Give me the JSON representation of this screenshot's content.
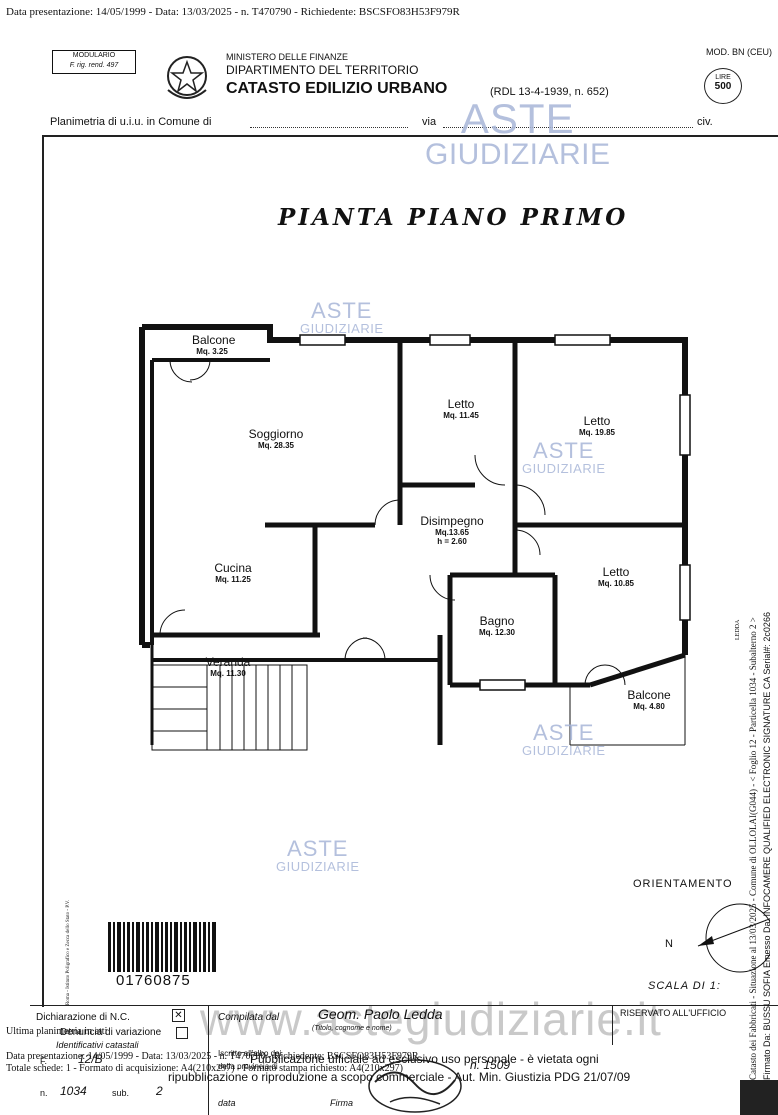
{
  "top_line": "Data presentazione: 14/05/1999 - Data: 13/03/2025 - n. T470790 - Richiedente: BSCSFO83H53F979R",
  "header": {
    "modulario": "MODULARIO",
    "modulario_sub": "F. rig. rend. 497",
    "ministry": "MINISTERO DELLE FINANZE",
    "department": "DIPARTIMENTO DEL TERRITORIO",
    "catasto": "CATASTO EDILIZIO URBANO",
    "rdl": "(RDL 13-4-1939, n. 652)",
    "mod": "MOD. BN (CEU)",
    "lire": "LIRE",
    "lire_value": "500",
    "planimetria": "Planimetria di u.i.u. in Comune di",
    "via": "via",
    "civ": "civ."
  },
  "plan": {
    "title": "PIANTA PIANO PRIMO",
    "rooms": [
      {
        "name": "Balcone",
        "area": "Mq. 3.25"
      },
      {
        "name": "Soggiorno",
        "area": "Mq. 28.35"
      },
      {
        "name": "Letto",
        "area": "Mq. 11.45"
      },
      {
        "name": "Letto",
        "area": "Mq. 19.85"
      },
      {
        "name": "Disimpegno",
        "area": "Mq.13.65",
        "extra": "h = 2.60"
      },
      {
        "name": "Cucina",
        "area": "Mq. 11.25"
      },
      {
        "name": "Letto",
        "area": "Mq. 10.85"
      },
      {
        "name": "Bagno",
        "area": "Mq. 12.30"
      },
      {
        "name": "Veranda",
        "area": "Mq. 11.30"
      },
      {
        "name": "Balcone",
        "area": "Mq. 4.80"
      }
    ],
    "orientamento": "ORIENTAMENTO",
    "north": "N",
    "scala": "SCALA DI 1:",
    "barcode_number": "01760875",
    "left_margin_note": "Roma - Istituto Poligrafico e Zecca dello Stato - P.V."
  },
  "watermark": {
    "aste": "ASTE",
    "giudiziarie": "GIUDIZIARIE",
    "site": "www.astegiudiziarie.it"
  },
  "footer": {
    "dich_nc": "Dichiarazione di N.C.",
    "denuncia": "Denuncia di variazione",
    "compilata": "Compilata dal",
    "compilata_name": "Geom. Paolo Ledda",
    "compilata_sub": "(Titolo, cognome e nome)",
    "riservato": "RISERVATO ALL'UFFICIO",
    "identificativi": "Identificativi catastali",
    "foglio_label": "F.",
    "foglio_value": "12/B",
    "n_label": "n.",
    "n_value": "1034",
    "sub_label": "sub.",
    "sub_value": "2",
    "data_label": "data",
    "firma_label": "Firma",
    "iscritto": "Iscritto all'albo dei",
    "provincia": "della provincia di",
    "provincia_n": "n. 1509",
    "ultima": "Ultima planimetria in atti",
    "bottom1": "Data presentazione: 14/05/1999 - Data: 13/03/2025 - n. T470790 - Richiedente: BSCSFO83H53F979R",
    "bottom2": "Totale schede: 1 - Formato di acquisizione: A4(210x297) - Formato stampa richiesto: A4(210x297)",
    "pub1": "Pubblicazione ufficiale ad esclusivo uso personale - è vietata ogni",
    "pub2": "ripubblicazione o riproduzione a scopo commerciale - Aut. Min. Giustizia PDG 21/07/09"
  },
  "side": {
    "line1": "Catasto dei Fabbricati - Situazione al 13/03/2025 - Comune di OLLOLAI(G044) - < Foglio 12 - Particella 1034 - Subalterno 2 >",
    "line2": "Firmato Da: BUSSU SOFIA Emesso Da: INFOCAMERE QUALIFIED ELECTRONIC SIGNATURE CA Serial#: 2c0266",
    "line3": "LEDDA"
  }
}
